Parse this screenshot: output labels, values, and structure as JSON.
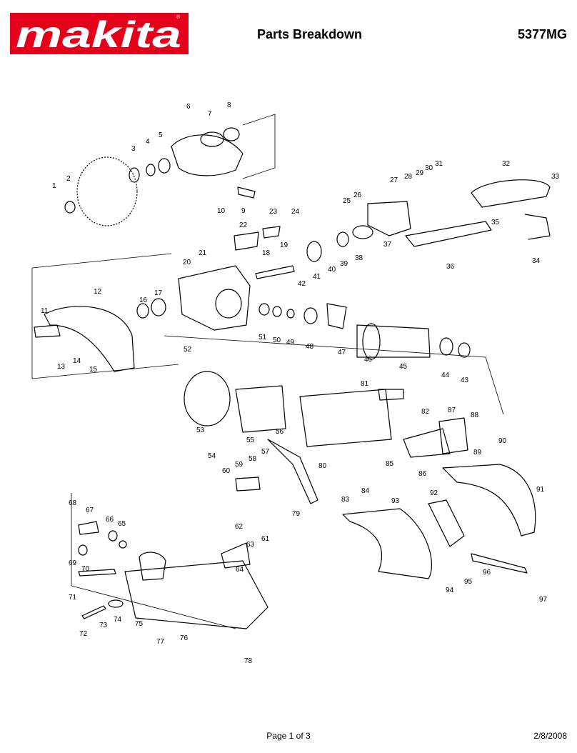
{
  "header": {
    "brand": "makita",
    "title": "Parts Breakdown",
    "model": "5377MG"
  },
  "footer": {
    "page": "Page 1 of 3",
    "date": "2/8/2008"
  },
  "colors": {
    "brand_red": "#e3001b",
    "line": "#000000"
  },
  "callouts": [
    "1",
    "2",
    "3",
    "4",
    "5",
    "6",
    "7",
    "8",
    "9",
    "10",
    "11",
    "12",
    "13",
    "14",
    "15",
    "16",
    "17",
    "18",
    "19",
    "20",
    "21",
    "22",
    "23",
    "24",
    "25",
    "26",
    "27",
    "28",
    "29",
    "30",
    "31",
    "32",
    "33",
    "34",
    "35",
    "36",
    "37",
    "38",
    "39",
    "40",
    "41",
    "42",
    "43",
    "44",
    "45",
    "46",
    "47",
    "48",
    "49",
    "50",
    "51",
    "52",
    "53",
    "54",
    "55",
    "56",
    "57",
    "58",
    "59",
    "60",
    "61",
    "62",
    "63",
    "64",
    "65",
    "66",
    "67",
    "68",
    "69",
    "70",
    "71",
    "72",
    "73",
    "74",
    "75",
    "76",
    "77",
    "78",
    "79",
    "80",
    "81",
    "82",
    "83",
    "84",
    "85",
    "86",
    "87",
    "88",
    "89",
    "90",
    "91",
    "92",
    "93",
    "94",
    "95",
    "96",
    "97"
  ]
}
